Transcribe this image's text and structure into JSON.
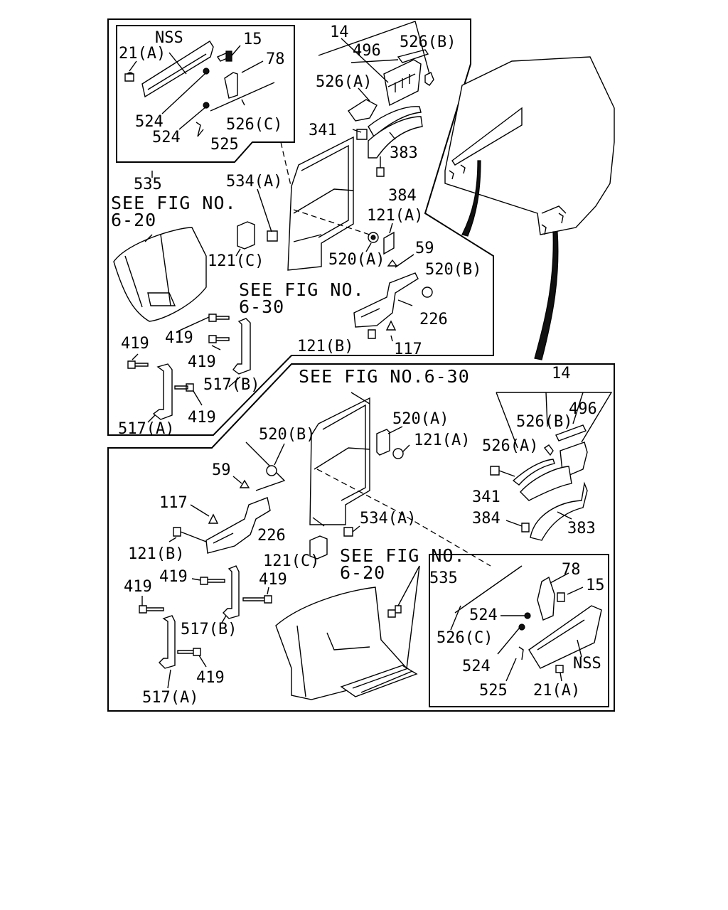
{
  "top_view": {
    "labels": {
      "nss": "NSS",
      "p15": "15",
      "p21a": "21(A)",
      "p78": "78",
      "p524a": "524",
      "p524b": "524",
      "p526c": "526(C)",
      "p525": "525",
      "p535": "535",
      "p14": "14",
      "p496": "496",
      "p526b": "526(B)",
      "p526a": "526(A)",
      "p341": "341",
      "p383": "383",
      "p384": "384",
      "p534a": "534(A)",
      "p121a": "121(A)",
      "p121c": "121(C)",
      "p520a": "520(A)",
      "p59": "59",
      "p520b": "520(B)",
      "p226": "226",
      "p121b": "121(B)",
      "p117": "117",
      "p419a": "419",
      "p419b": "419",
      "p419c": "419",
      "p419d": "419",
      "p517b": "517(B)",
      "p517a": "517(A)"
    },
    "see_fig_20_line1": "SEE FIG NO.",
    "see_fig_20_line2": "6-20",
    "see_fig_30_line1": "SEE FIG NO.",
    "see_fig_30_line2": "6-30"
  },
  "bottom_view": {
    "see_fig_top": "SEE FIG NO.6-30",
    "see_fig_20_line1": "SEE FIG NO.",
    "see_fig_20_line2": "6-20",
    "labels": {
      "p14": "14",
      "p526b": "526(B)",
      "p496": "496",
      "p526a": "526(A)",
      "p341": "341",
      "p384": "384",
      "p383": "383",
      "p520a": "520(A)",
      "p121a": "121(A)",
      "p520b": "520(B)",
      "p59": "59",
      "p117": "117",
      "p226": "226",
      "p121b": "121(B)",
      "p534a": "534(A)",
      "p121c": "121(C)",
      "p419a": "419",
      "p419b": "419",
      "p419c": "419",
      "p419d": "419",
      "p517b": "517(B)",
      "p517a": "517(A)",
      "p535": "535",
      "p78": "78",
      "p15": "15",
      "p524a": "524",
      "p524b": "524",
      "p526c": "526(C)",
      "p525": "525",
      "p21a": "21(A)",
      "nss": "NSS"
    }
  },
  "colors": {
    "ink": "#000000",
    "paper": "#ffffff"
  }
}
